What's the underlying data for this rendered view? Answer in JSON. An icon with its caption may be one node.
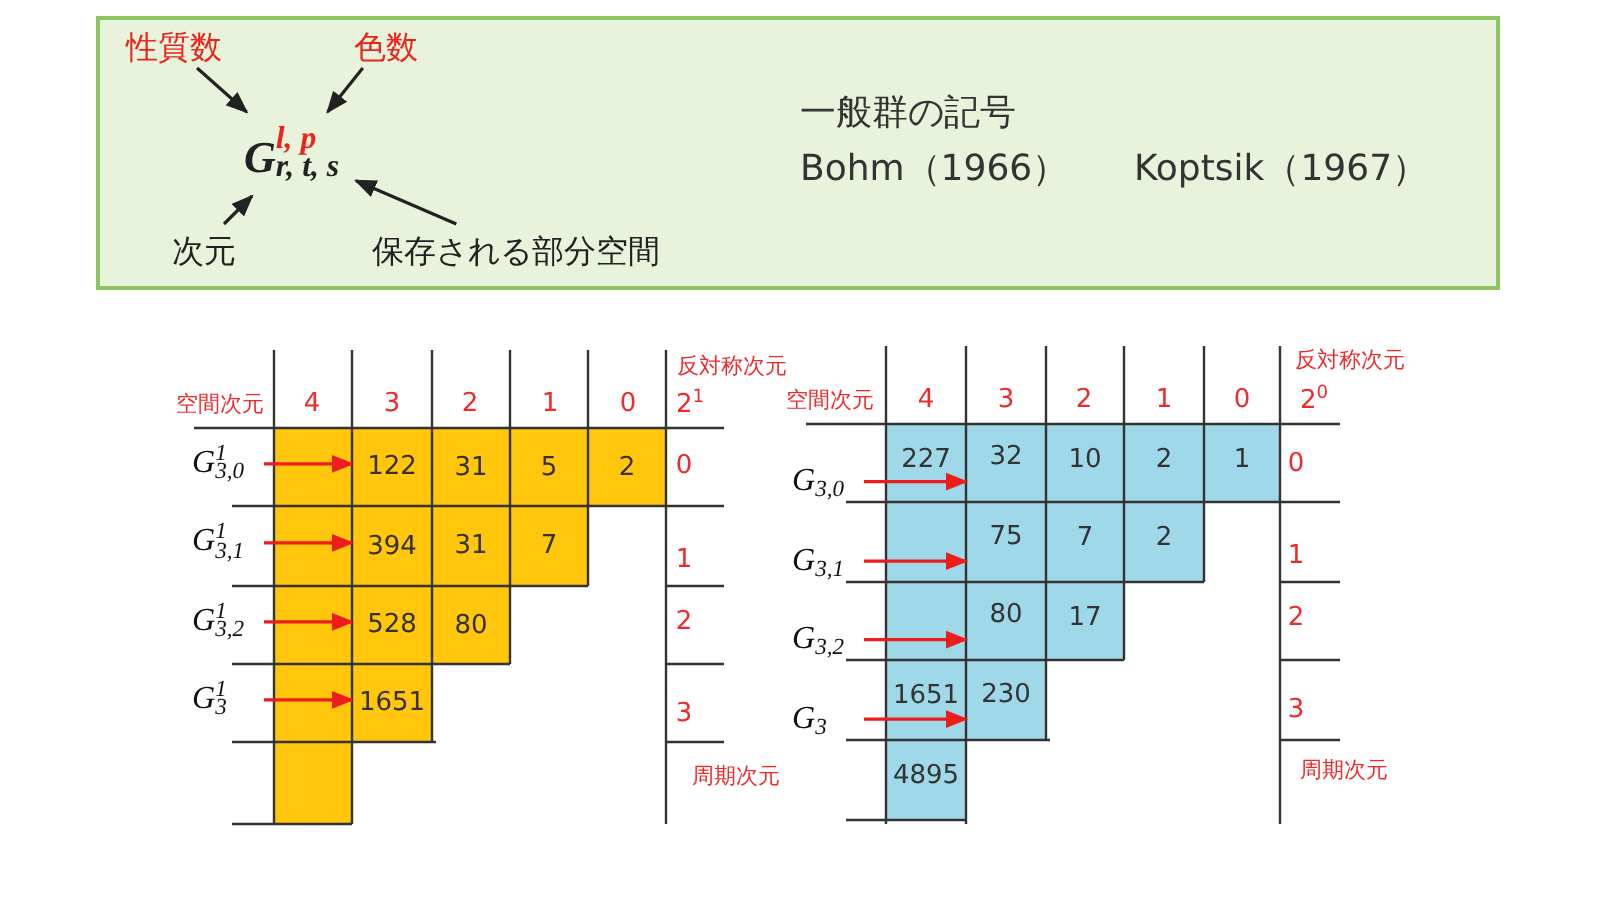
{
  "diagram": {
    "nodes": [
      {
        "text": [
          "一般群の記号",
          "Bohm（1966）",
          "Koptsik（1967）"
        ]
      },
      {
        "text": [
          "性質数"
        ],
        "in": 0
      },
      {
        "text": [
          "色数"
        ],
        "in": 0
      },
      {
        "text": [
          "G$^{l, p}$$_{r, t, s}$"
        ],
        "in": 0
      },
      {
        "text": [
          "次元"
        ],
        "in": 0
      },
      {
        "text": [
          "保存される部分空間"
        ],
        "in": 0
      },
      {
        "text": [
          "G$^{1}$$_{3,0}$"
        ]
      },
      {
        "text": [
          "122"
        ]
      },
      {
        "text": [
          "G$^{1}$$_{3,1}$"
        ]
      },
      {
        "text": [
          "394"
        ]
      },
      {
        "text": [
          "G$^{1}$$_{3,2}$"
        ]
      },
      {
        "text": [
          "528"
        ]
      },
      {
        "text": [
          "G$^{1}$$_{3}$"
        ]
      },
      {
        "text": [
          "1651"
        ]
      },
      {
        "text": [
          "G$_{3,0}$"
        ]
      },
      {
        "text": [
          "32"
        ]
      },
      {
        "text": [
          "G$_{3,1}$"
        ]
      },
      {
        "text": [
          "75"
        ]
      },
      {
        "text": [
          "G$_{3,2}$"
        ]
      },
      {
        "text": [
          "80"
        ]
      },
      {
        "text": [
          "G$_{3}$"
        ]
      },
      {
        "text": [
          "230"
        ]
      }
    ],
    "edges": [
      {
        "from": 1,
        "to": 3,
        "arrow": "to",
        "color": "#222222"
      },
      {
        "from": 2,
        "to": 3,
        "arrow": "to",
        "color": "#222222"
      },
      {
        "from": 4,
        "to": 3,
        "arrow": "to",
        "color": "#222222"
      },
      {
        "from": 5,
        "to": 3,
        "arrow": "to",
        "color": "#222222"
      },
      {
        "from": 6,
        "to": 7,
        "arrow": "to"
      },
      {
        "from": 8,
        "to": 9,
        "arrow": "to"
      },
      {
        "from": 10,
        "to": 11,
        "arrow": "to"
      },
      {
        "from": 12,
        "to": 13,
        "arrow": "to"
      },
      {
        "from": 14,
        "to": 15,
        "arrow": "to"
      },
      {
        "from": 16,
        "to": 17,
        "arrow": "to"
      },
      {
        "from": 18,
        "to": 19,
        "arrow": "to"
      },
      {
        "from": 20,
        "to": 21,
        "arrow": "to"
      }
    ],
    "labels": [
      "反対称次元",
      "空間次元",
      "4",
      "3",
      "2",
      "1",
      "0",
      "2$^{1}$",
      "31",
      "5",
      "2",
      "0",
      "31",
      "7",
      "1",
      "80",
      "2",
      "3",
      "周期次元",
      "反対称次元",
      "空間次元",
      "4",
      "3",
      "2",
      "1",
      "0",
      "2$^{0}$",
      "227",
      "10",
      "2",
      "1",
      "0",
      "7",
      "2",
      "1",
      "17",
      "2",
      "1651",
      "3",
      "4895",
      "周期次元"
    ]
  }
}
